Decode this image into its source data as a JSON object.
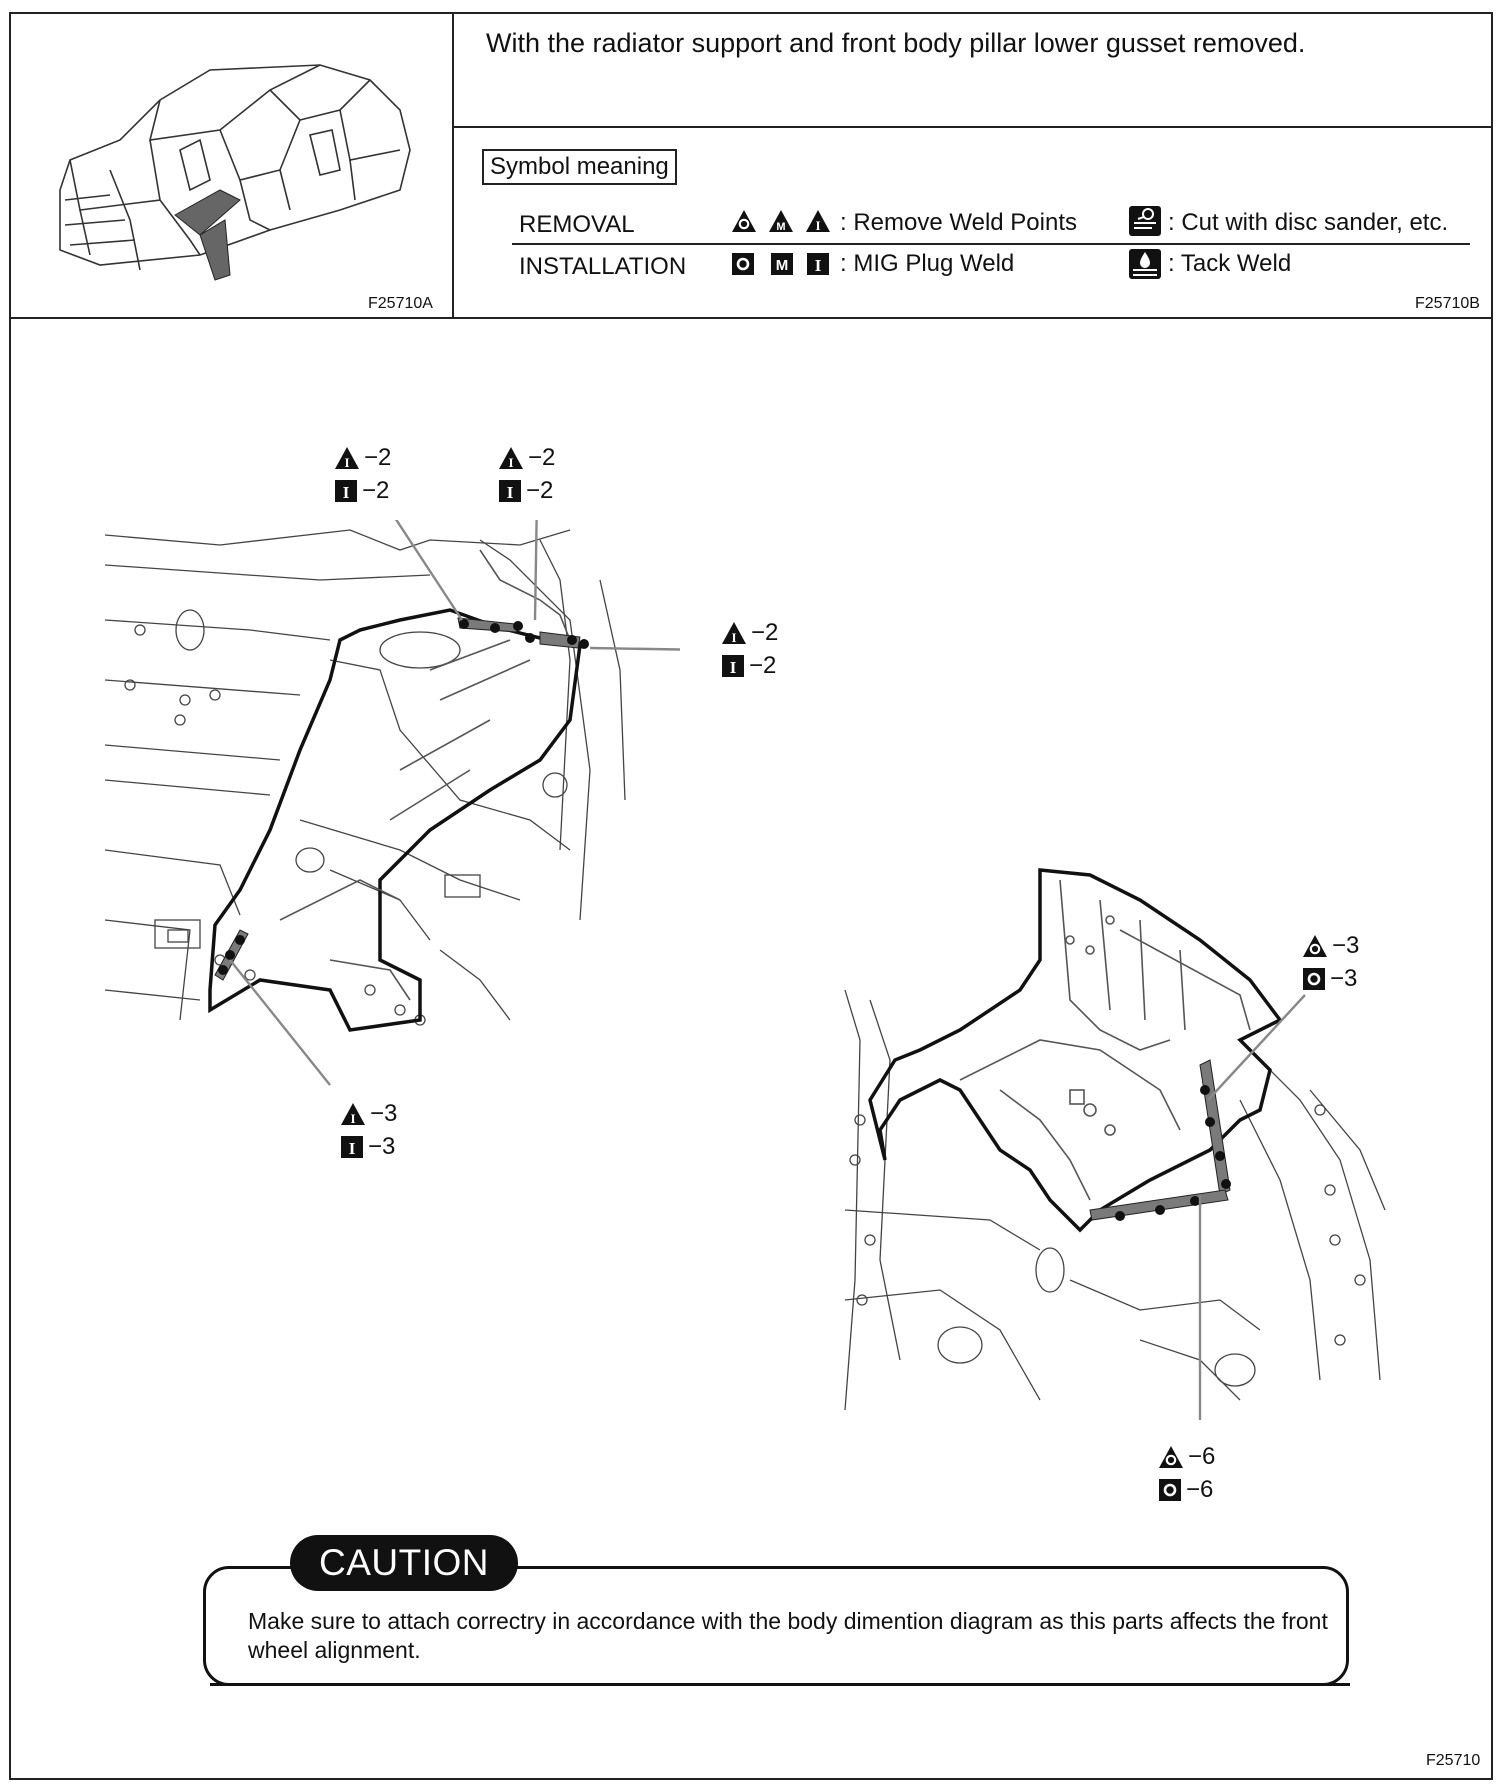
{
  "header": {
    "figure_id_left": "F25710A",
    "figure_id_right": "F25710B",
    "description": "With the radiator support and front body pillar lower gusset removed."
  },
  "legend": {
    "title": "Symbol meaning",
    "removal_label": "REMOVAL",
    "removal_desc": ": Remove Weld Points",
    "cut_desc": ": Cut with disc sander, etc.",
    "installation_label": "INSTALLATION",
    "installation_desc": ": MIG Plug Weld",
    "tack_desc": ": Tack Weld",
    "symbol_letters": {
      "o": "O",
      "m": "M",
      "i": "I"
    }
  },
  "callouts": [
    {
      "removal_icon": "triangle-i-icon",
      "install_icon": "square-i-icon",
      "removal_text": "−2",
      "install_text": "−2"
    },
    {
      "removal_icon": "triangle-i-icon",
      "install_icon": "square-i-icon",
      "removal_text": "−2",
      "install_text": "−2"
    },
    {
      "removal_icon": "triangle-i-icon",
      "install_icon": "square-i-icon",
      "removal_text": "−2",
      "install_text": "−2"
    },
    {
      "removal_icon": "triangle-i-icon",
      "install_icon": "square-i-icon",
      "removal_text": "−3",
      "install_text": "−3"
    },
    {
      "removal_icon": "triangle-o-icon",
      "install_icon": "square-o-icon",
      "removal_text": "−3",
      "install_text": "−3"
    },
    {
      "removal_icon": "triangle-o-icon",
      "install_icon": "square-o-icon",
      "removal_text": "−6",
      "install_text": "−6"
    }
  ],
  "caution": {
    "title": "CAUTION",
    "text": "Make sure to attach correctry in accordance with the body dimention diagram as this parts affects the front wheel alignment."
  },
  "footer": {
    "figure_id": "F25710"
  }
}
